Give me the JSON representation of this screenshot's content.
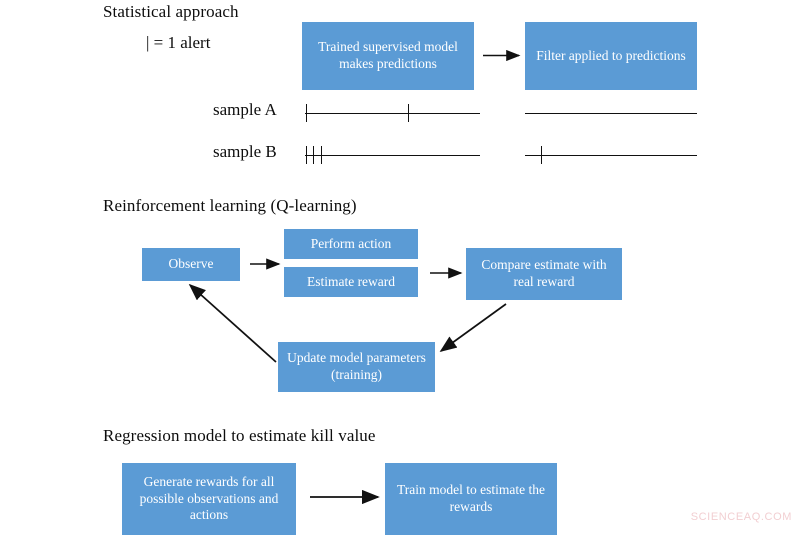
{
  "figure": {
    "background_color": "#ffffff",
    "box_color": "#5b9bd5",
    "box_text_color": "#ffffff",
    "line_color": "#111111",
    "watermark_color": "#f2cfd2"
  },
  "sections": {
    "statistical": {
      "title": "Statistical approach",
      "legend": "| = 1 alert",
      "boxes": {
        "trained_model": "Trained supervised model makes predictions",
        "filter_applied": "Filter applied to predictions"
      },
      "samples": [
        {
          "label": "sample A",
          "left_alerts": 2,
          "right_alerts": 0
        },
        {
          "label": "sample B",
          "left_alerts": 3,
          "right_alerts": 1
        }
      ]
    },
    "reinforcement": {
      "title": "Reinforcement learning (Q-learning)",
      "boxes": {
        "observe": "Observe",
        "perform_action": "Perform action",
        "estimate_reward": "Estimate reward",
        "compare_estimate": "Compare estimate with real reward",
        "update_model": "Update model parameters (training)"
      }
    },
    "regression": {
      "title": "Regression model to estimate kill value",
      "boxes": {
        "generate_rewards": "Generate rewards for all possible observations and actions",
        "train_model": "Train model to estimate the rewards"
      }
    }
  },
  "watermark": "SCIENCEAQ.COM"
}
